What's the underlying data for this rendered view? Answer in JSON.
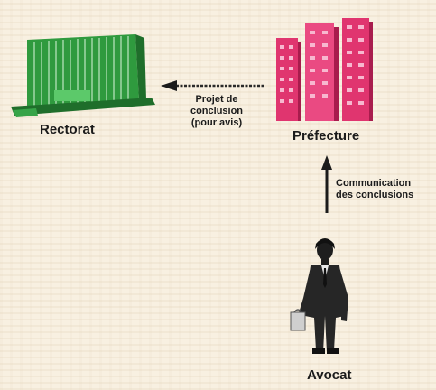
{
  "nodes": {
    "rectorat": {
      "label": "Rectorat",
      "icon": "government-building-icon",
      "color": "#2e8b3a"
    },
    "prefecture": {
      "label": "Préfecture",
      "icon": "office-towers-icon",
      "color": "#e0356f"
    },
    "avocat": {
      "label": "Avocat",
      "icon": "lawyer-with-briefcase-icon"
    }
  },
  "edges": {
    "prefecture_to_rectorat": {
      "line1": "Projet de",
      "line2": "conclusion",
      "line3": "(pour avis)"
    },
    "avocat_to_prefecture": {
      "line1": "Communication",
      "line2": "des conclusions"
    }
  }
}
